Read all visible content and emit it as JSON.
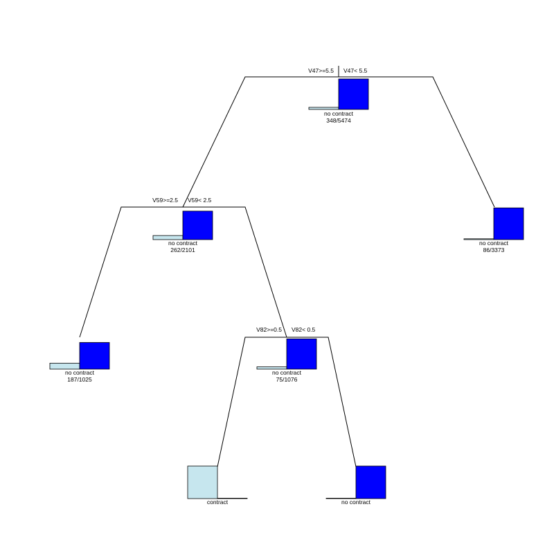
{
  "colors": {
    "contract_bar": "#c6e6ee",
    "no_contract_bar": "#0000ff",
    "stroke": "#000000",
    "background": "#ffffff"
  },
  "splits": {
    "root": {
      "left": "V47>=5.5",
      "right": "V47< 5.5"
    },
    "n2": {
      "left": "V59>=2.5",
      "right": "V59< 2.5"
    },
    "n5": {
      "left": "V82>=0.5",
      "right": "V82< 0.5"
    }
  },
  "nodes": {
    "root": {
      "class": "no contract",
      "count": "348/5474",
      "contract_fraction": 0.064,
      "no_contract_fraction": 0.936
    },
    "n2": {
      "class": "no contract",
      "count": "262/2101",
      "contract_fraction": 0.125,
      "no_contract_fraction": 0.875
    },
    "n3": {
      "class": "no contract",
      "count": "86/3373",
      "contract_fraction": 0.025,
      "no_contract_fraction": 0.975
    },
    "n4": {
      "class": "no contract",
      "count": "187/1025",
      "contract_fraction": 0.182,
      "no_contract_fraction": 0.818
    },
    "n5": {
      "class": "no contract",
      "count": "75/1076",
      "contract_fraction": 0.07,
      "no_contract_fraction": 0.93
    },
    "n10": {
      "class": "contract",
      "count": "",
      "contract_fraction": 1.0,
      "no_contract_fraction": 0.0
    },
    "n11": {
      "class": "no contract",
      "count": "",
      "contract_fraction": 0.0,
      "no_contract_fraction": 1.0
    }
  }
}
